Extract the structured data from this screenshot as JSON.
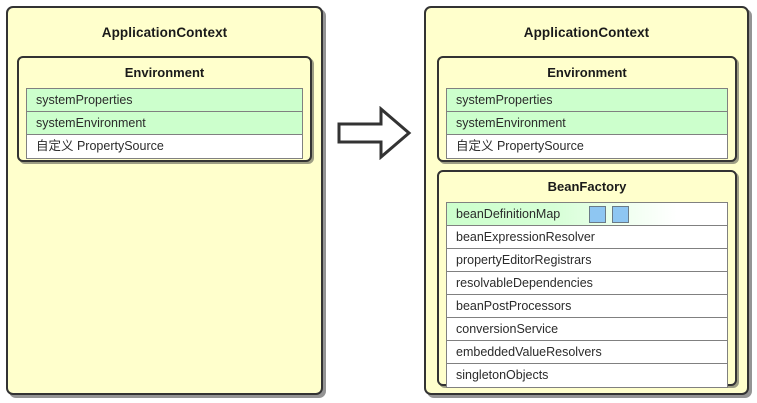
{
  "diagram": {
    "type": "block-diagram",
    "title_hidden": true,
    "colors": {
      "panel_fill": "#ffffcc",
      "panel_border": "#333333",
      "row_highlight": "#ccffcc",
      "row_plain": "#ffffff",
      "row_border": "#808080",
      "chip_fill": "#8ec6f2",
      "chip_border": "#6a7b87",
      "background": "#ffffff"
    },
    "connector": {
      "name": "right-arrow",
      "direction": "left-to-right",
      "style": "hollow-outline"
    }
  },
  "left_panel": {
    "title": "ApplicationContext",
    "environment": {
      "title": "Environment",
      "rows": [
        {
          "label": "systemProperties",
          "style": "green"
        },
        {
          "label": "systemEnvironment",
          "style": "green"
        },
        {
          "label": "自定义 PropertySource",
          "style": "white"
        }
      ]
    }
  },
  "right_panel": {
    "title": "ApplicationContext",
    "environment": {
      "title": "Environment",
      "rows": [
        {
          "label": "systemProperties",
          "style": "green"
        },
        {
          "label": "systemEnvironment",
          "style": "green"
        },
        {
          "label": "自定义 PropertySource",
          "style": "white"
        }
      ]
    },
    "bean_factory": {
      "title": "BeanFactory",
      "rows": [
        {
          "label": "beanDefinitionMap",
          "style": "gradient",
          "chips": 2
        },
        {
          "label": "beanExpressionResolver",
          "style": "white",
          "chips": 0
        },
        {
          "label": "propertyEditorRegistrars",
          "style": "white",
          "chips": 0
        },
        {
          "label": "resolvableDependencies",
          "style": "white",
          "chips": 0
        },
        {
          "label": "beanPostProcessors",
          "style": "white",
          "chips": 0
        },
        {
          "label": "conversionService",
          "style": "white",
          "chips": 0
        },
        {
          "label": "embeddedValueResolvers",
          "style": "white",
          "chips": 0
        },
        {
          "label": "singletonObjects",
          "style": "white",
          "chips": 0
        }
      ]
    }
  }
}
